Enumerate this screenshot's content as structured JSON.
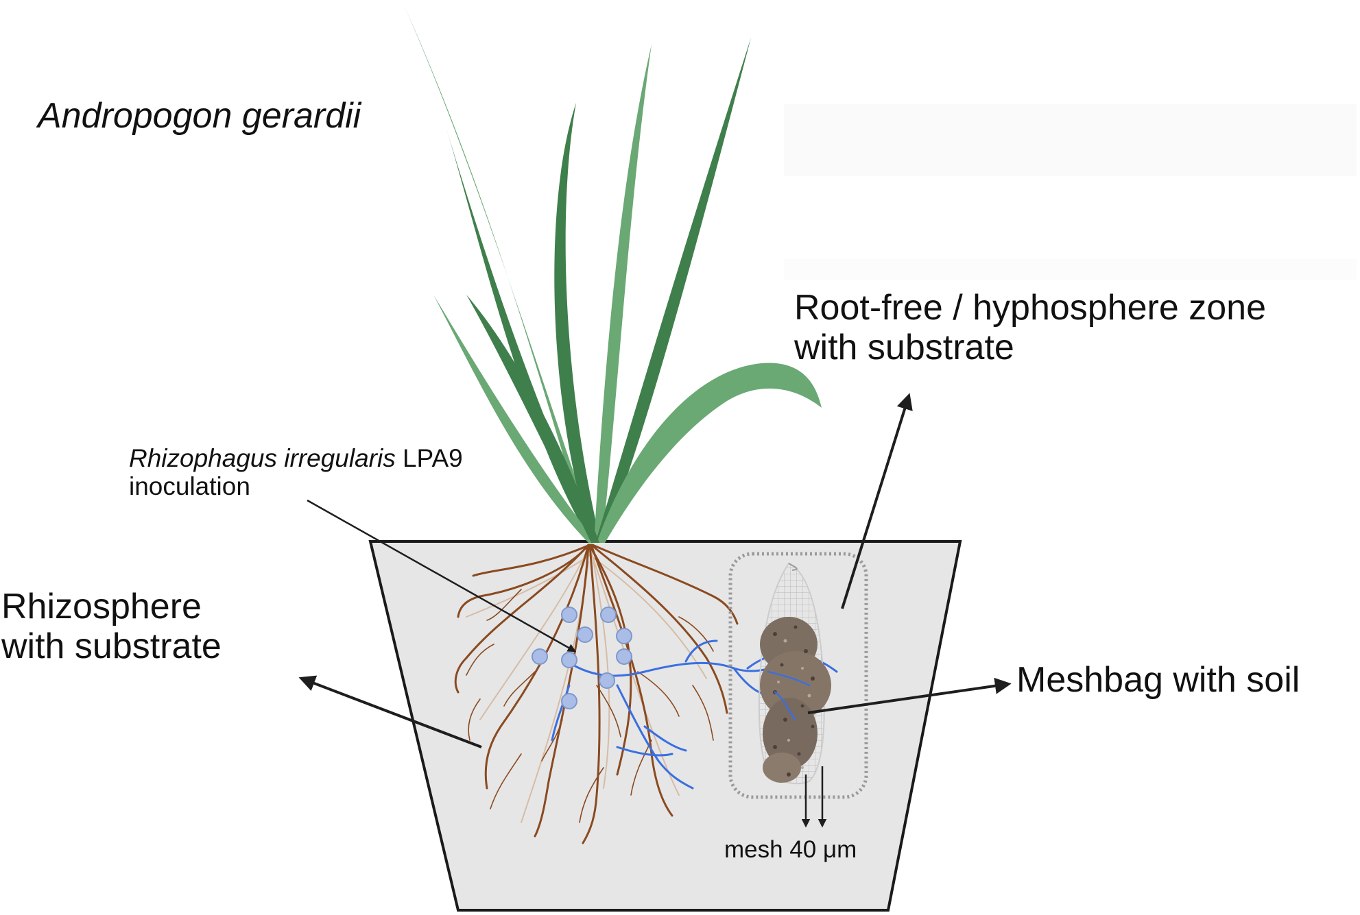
{
  "species_title": "Andropogon gerardii",
  "labels": {
    "root_free_line1": "Root-free / hyphosphere zone",
    "root_free_line2": "with substrate",
    "inoculation_italic": "Rhizophagus irregularis",
    "inoculation_strain": " LPA9",
    "inoculation_line2": "inoculation",
    "rhizosphere_line1": "Rhizosphere",
    "rhizosphere_line2": "with substrate",
    "meshbag": "Meshbag with soil",
    "mesh_size": "mesh 40 μm"
  },
  "colors": {
    "pot_fill": "#e6e6e6",
    "pot_stroke": "#1a1a1a",
    "leaf_light": "#6aa874",
    "leaf_dark": "#3f7f4b",
    "root": "#8a4a20",
    "root_light": "#c99a72",
    "hyphae": "#3a6fe0",
    "spore": "#a9bde6",
    "soil": "#7d6e62",
    "arrow": "#1e1e1e"
  }
}
